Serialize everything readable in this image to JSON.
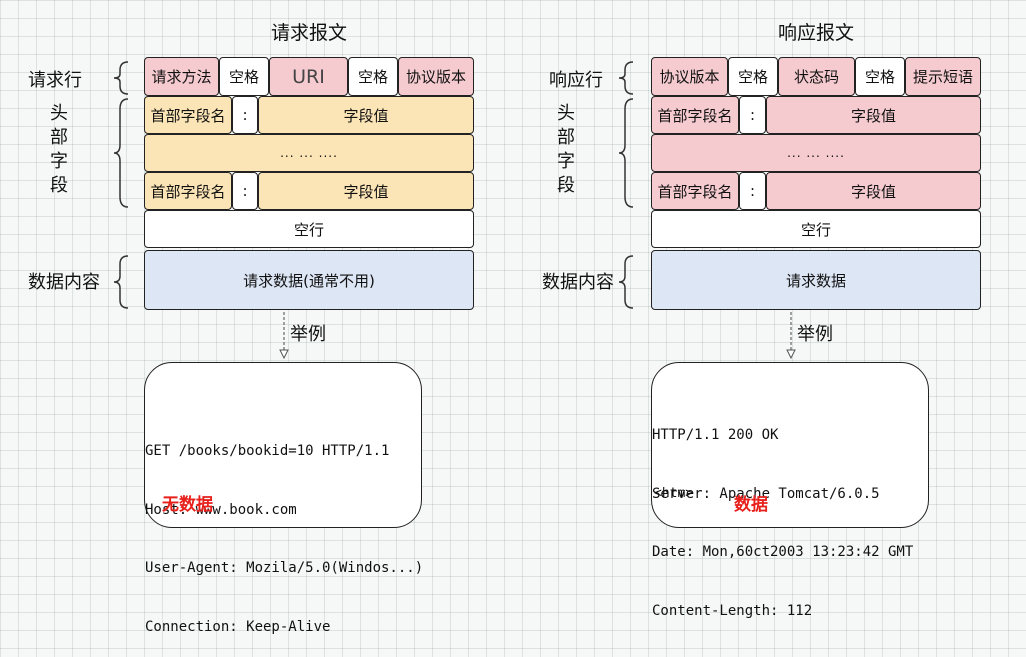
{
  "request": {
    "title": "请求报文",
    "line_label": "请求行",
    "line_cells": [
      "请求方法",
      "空格",
      "URI",
      "空格",
      "协议版本"
    ],
    "header_label": "头部字段",
    "header_name": "首部字段名",
    "colon": ":",
    "header_value": "字段值",
    "ellipsis": "... ... ....",
    "blank_line": "空行",
    "body_label": "数据内容",
    "body": "请求数据(通常不用)",
    "example_label": "举例",
    "example_lines": [
      "GET /books/bookid=10 HTTP/1.1",
      "Host: www.book.com",
      "User-Agent: Mozila/5.0(Windos...)",
      "Connection: Keep-Alive"
    ],
    "example_note": "无数据"
  },
  "response": {
    "title": "响应报文",
    "line_label": "响应行",
    "line_cells": [
      "协议版本",
      "空格",
      "状态码",
      "空格",
      "提示短语"
    ],
    "header_label": "头部字段",
    "header_name": "首部字段名",
    "colon": ":",
    "header_value": "字段值",
    "ellipsis": "... ... ....",
    "blank_line": "空行",
    "body_label": "数据内容",
    "body": "请求数据",
    "example_label": "举例",
    "example_lines": [
      "HTTP/1.1 200 OK",
      "Server: Apache Tomcat/6.0.5",
      "Date: Mon,60ct2003 13:23:42 GMT",
      "Content-Length: 112"
    ],
    "example_tag": "<htm>",
    "example_note": "数据"
  }
}
